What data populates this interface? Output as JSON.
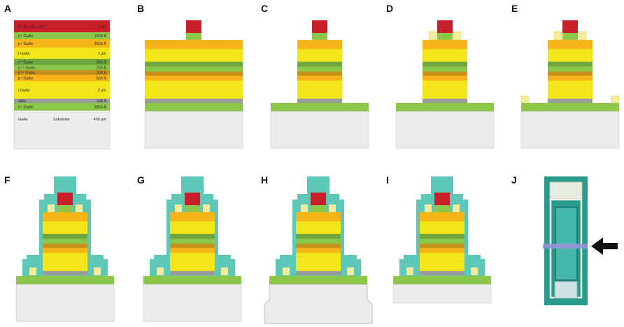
{
  "figure": {
    "panel_letters": [
      "A",
      "B",
      "C",
      "D",
      "E",
      "F",
      "G",
      "H",
      "I",
      "J"
    ],
    "colors": {
      "red_cap": "#c8202a",
      "green": "#8cc74a",
      "orange": "#f6b418",
      "yellow": "#f2e61a",
      "mid_green": "#6fa63f",
      "brown": "#c6921e",
      "grey": "#9a9a9a",
      "substrate": "#ececec",
      "contact": "#f4ec9a",
      "passivation": "#5ec8b8",
      "photo_bg": "#2a9a8c",
      "arrow": "#111111"
    }
  },
  "panel_a": {
    "layers": [
      {
        "name": "p⁺ Al₀.₃Ga₀.₇As",
        "thickness": "1 μm"
      },
      {
        "name": "n⁺ GaAs",
        "thickness": "1000 Å"
      },
      {
        "name": "p⁺ GaAs",
        "thickness": "2500 Å"
      },
      {
        "name": "i GaAs",
        "thickness": "1 μm"
      },
      {
        "name": "n⁺ GaAs",
        "thickness": "500 Å"
      },
      {
        "name": "n⁺⁺ GaAs",
        "thickness": "200 Å"
      },
      {
        "name": "p⁺⁺ GaAs",
        "thickness": "200 Å"
      },
      {
        "name": "p⁺ GaAs",
        "thickness": "500 Å"
      },
      {
        "name": "i GaAs",
        "thickness": "2 μm"
      },
      {
        "name": "AlAs",
        "thickness": "100 Å"
      },
      {
        "name": "n⁺ GaAs",
        "thickness": "3000 Å"
      }
    ],
    "substrate": {
      "name": "GaAs",
      "label": "Substrate",
      "thickness": "400 μm"
    }
  },
  "panel_j": {
    "image_description_icon": "microscope-photo"
  }
}
